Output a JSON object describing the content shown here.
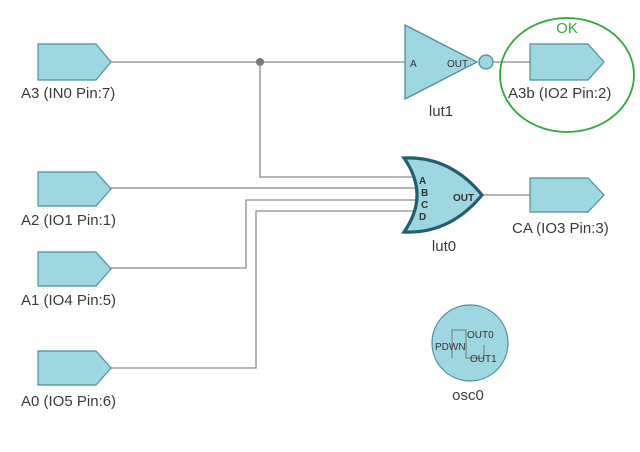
{
  "colors": {
    "component_fill": "#9fd7e0",
    "component_stroke": "#4a8f9f",
    "gate_stroke": "#1f5f6f",
    "wire": "#8a8a8a",
    "ok_highlight": "#2eaa3c"
  },
  "ports": {
    "a3": "A3 (IN0 Pin:7)",
    "a2": "A2 (IO1 Pin:1)",
    "a1": "A1 (IO4 Pin:5)",
    "a0": "A0 (IO5 Pin:6)",
    "a3b": "A3b (IO2 Pin:2)",
    "ca": "CA (IO3 Pin:3)"
  },
  "lut1": {
    "name": "lut1",
    "input": "A",
    "output": "OUT"
  },
  "lut0": {
    "name": "lut0",
    "inputs": [
      "A",
      "B",
      "C",
      "D"
    ],
    "output": "OUT"
  },
  "osc0": {
    "name": "osc0",
    "pin_pdwn": "PDWN",
    "pin_out0": "OUT0",
    "pin_out1": "OUT1"
  },
  "status": {
    "ok_label": "OK"
  }
}
